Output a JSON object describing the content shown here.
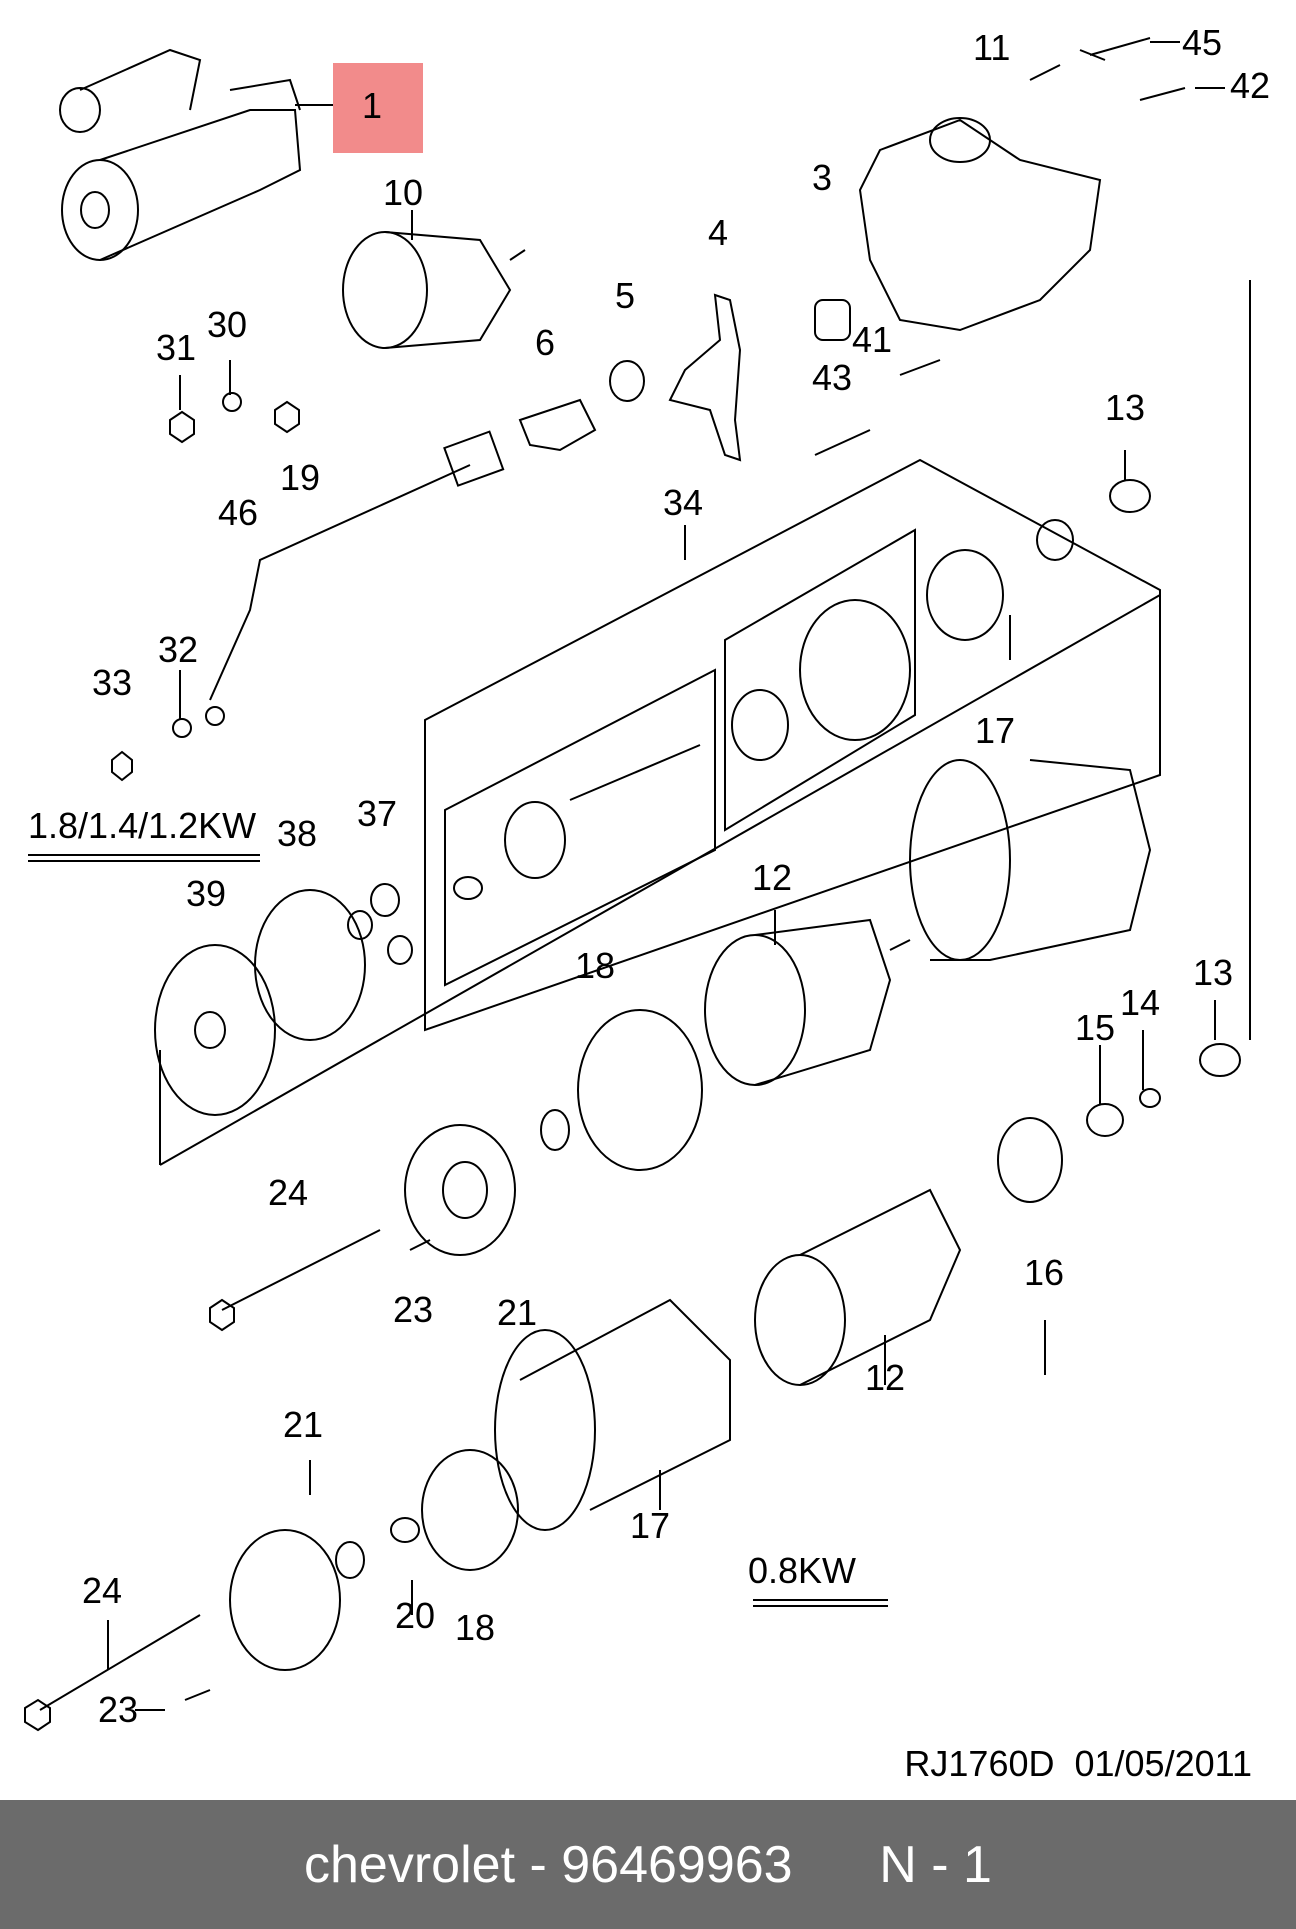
{
  "diagram": {
    "highlight_color": "#f28b8b",
    "part_labels": [
      "1",
      "10",
      "31",
      "30",
      "19",
      "46",
      "33",
      "32",
      "6",
      "5",
      "4",
      "3",
      "41",
      "43",
      "11",
      "45",
      "42",
      "13",
      "34",
      "17",
      "12",
      "18",
      "37",
      "38",
      "39",
      "13",
      "14",
      "15",
      "16",
      "24",
      "23",
      "21",
      "12",
      "17",
      "21",
      "20",
      "18",
      "24",
      "23"
    ],
    "section_labels": {
      "big_motor": "1.8/1.4/1.2KW",
      "small_motor": "0.8KW"
    },
    "reference": "RJ1760D  01/05/2011"
  },
  "footer": {
    "brand": "chevrolet",
    "separator": " - ",
    "part_number": "96469963",
    "item": "N - 1",
    "background_color": "#6b6b6b"
  }
}
